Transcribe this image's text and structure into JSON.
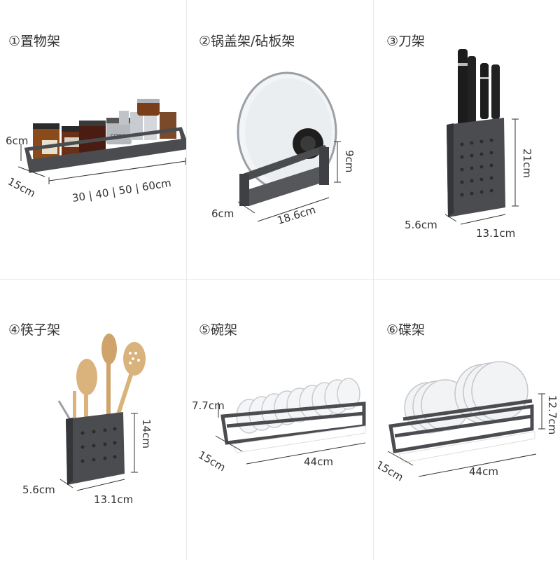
{
  "panels": [
    {
      "title": "①置物架",
      "dims": {
        "height": "6cm",
        "depth": "15cm",
        "length": "30 | 40 | 50 | 60cm"
      },
      "jar_label": "COOK"
    },
    {
      "title": "②锅盖架/砧板架",
      "dims": {
        "height": "9cm",
        "depth": "6cm",
        "width": "18.6cm"
      }
    },
    {
      "title": "③刀架",
      "dims": {
        "height": "21cm",
        "depth": "5.6cm",
        "width": "13.1cm"
      }
    },
    {
      "title": "④筷子架",
      "dims": {
        "height": "14cm",
        "depth": "5.6cm",
        "width": "13.1cm"
      }
    },
    {
      "title": "⑤碗架",
      "dims": {
        "height": "7.7cm",
        "depth": "15cm",
        "width": "44cm"
      }
    },
    {
      "title": "⑥碟架",
      "dims": {
        "height": "12.7cm",
        "depth": "15cm",
        "width": "44cm"
      }
    }
  ],
  "colors": {
    "rack": "#4a4c50",
    "rack_dark": "#34363a",
    "wood": "#d9b27c",
    "line": "#333333"
  }
}
